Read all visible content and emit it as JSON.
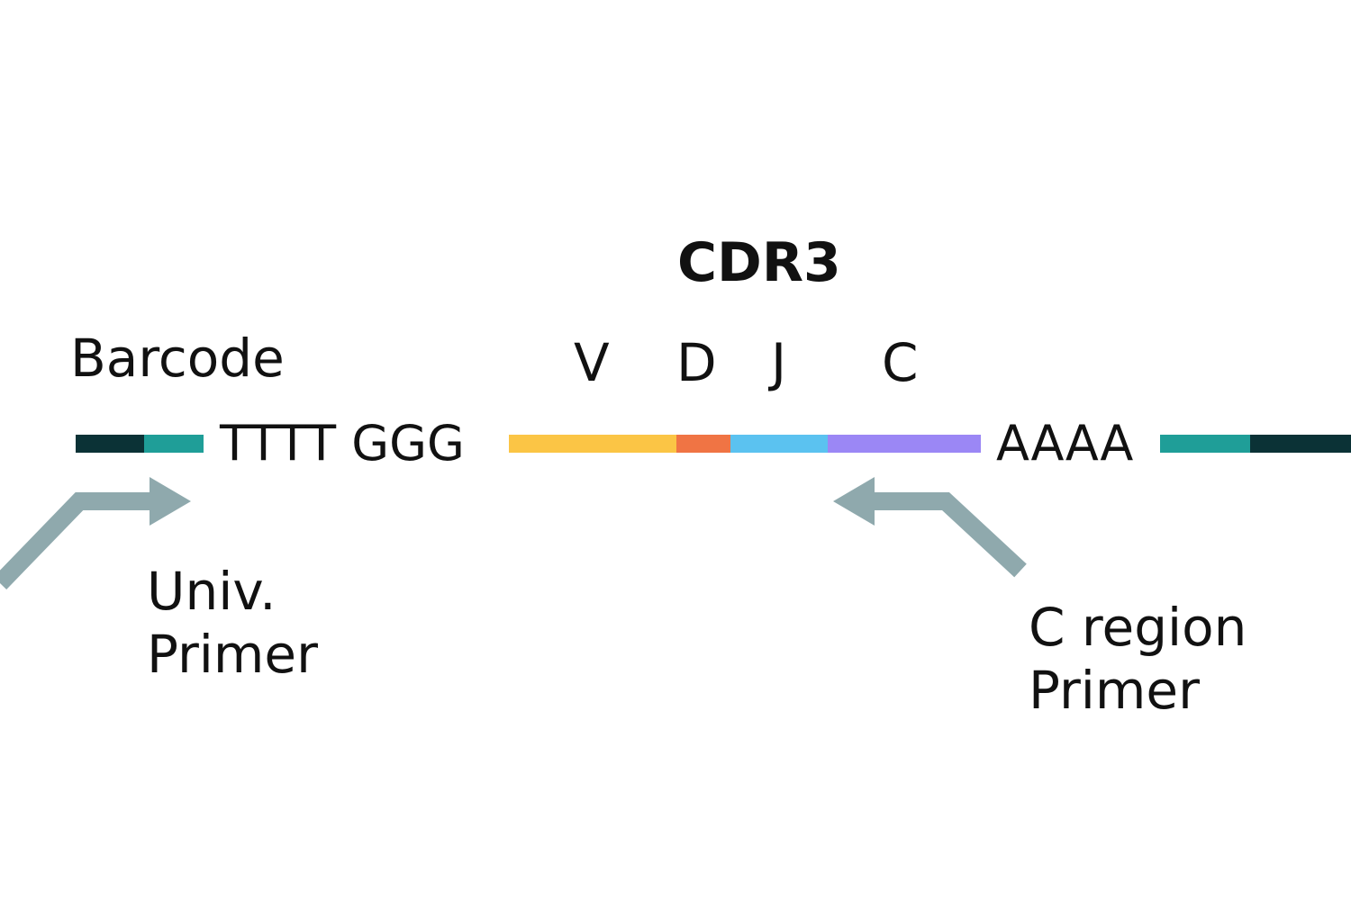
{
  "title": "CDR3",
  "barcode_label": "Barcode",
  "segment_labels": {
    "v": "V",
    "d": "D",
    "j": "J",
    "c": "C"
  },
  "sequences": {
    "poly_t_ggg": "TTTT GGG",
    "poly_a": "AAAA"
  },
  "primers": {
    "universal": {
      "line1": "Univ.",
      "line2": "Primer"
    },
    "c_region": {
      "line1": "C region",
      "line2": "Primer"
    }
  },
  "colors": {
    "barcode_dark": "#0b3236",
    "barcode_teal": "#1f9e98",
    "v_segment": "#fbc545",
    "d_segment": "#f07444",
    "j_segment": "#5bc2f0",
    "c_segment": "#9b87f5",
    "primer_arrow": "#8fa9ad"
  }
}
